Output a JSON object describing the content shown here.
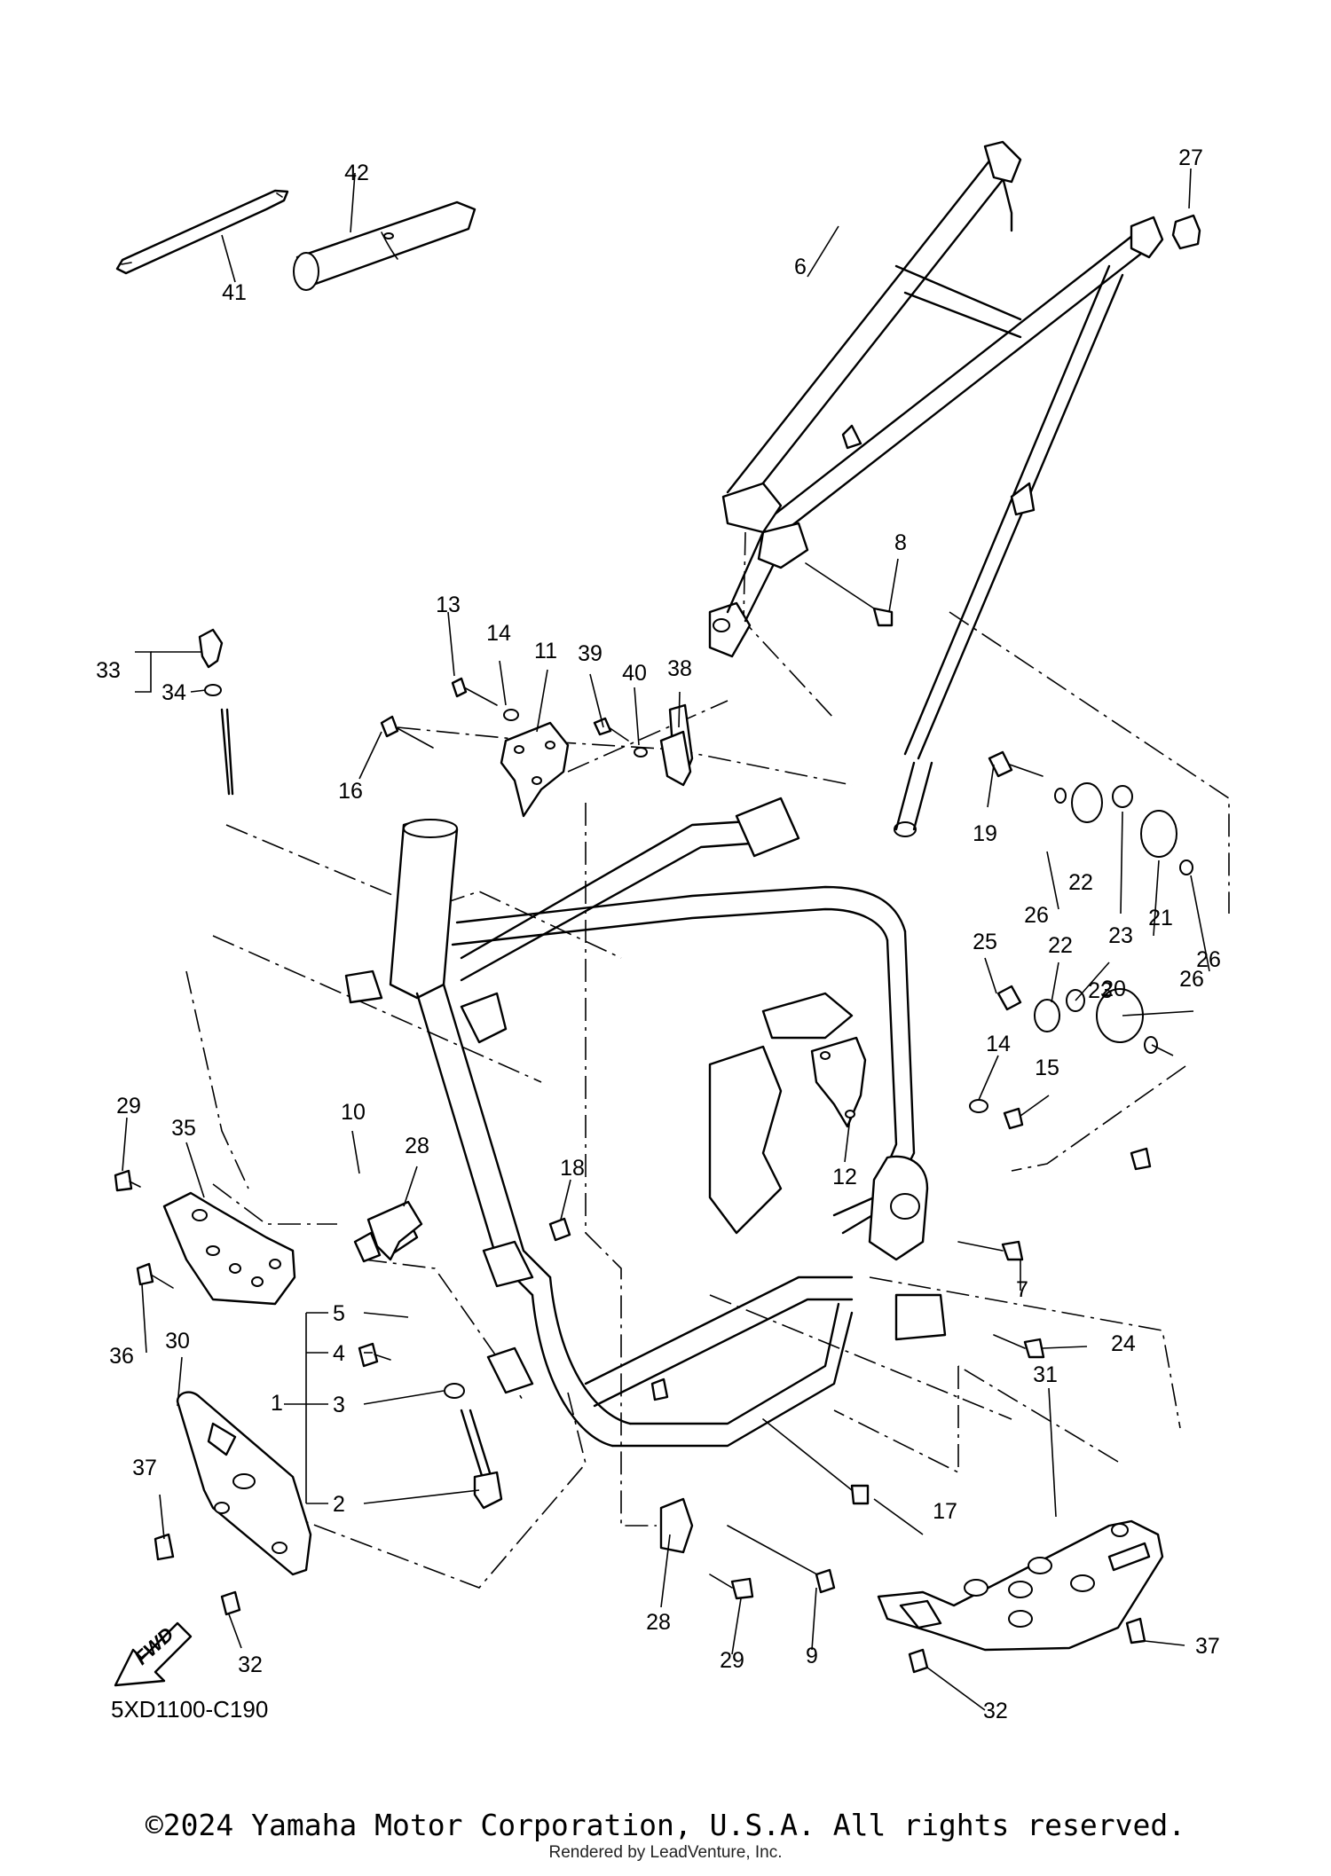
{
  "diagram": {
    "callouts": [
      {
        "id": "1",
        "label": "1"
      },
      {
        "id": "2",
        "label": "2"
      },
      {
        "id": "3",
        "label": "3"
      },
      {
        "id": "4",
        "label": "4"
      },
      {
        "id": "5",
        "label": "5"
      },
      {
        "id": "6",
        "label": "6"
      },
      {
        "id": "7",
        "label": "7"
      },
      {
        "id": "8",
        "label": "8"
      },
      {
        "id": "9",
        "label": "9"
      },
      {
        "id": "10",
        "label": "10"
      },
      {
        "id": "11",
        "label": "11"
      },
      {
        "id": "12",
        "label": "12"
      },
      {
        "id": "13",
        "label": "13"
      },
      {
        "id": "14a",
        "label": "14"
      },
      {
        "id": "14b",
        "label": "14"
      },
      {
        "id": "15",
        "label": "15"
      },
      {
        "id": "16",
        "label": "16"
      },
      {
        "id": "17",
        "label": "17"
      },
      {
        "id": "18",
        "label": "18"
      },
      {
        "id": "19",
        "label": "19"
      },
      {
        "id": "20",
        "label": "20"
      },
      {
        "id": "21",
        "label": "21"
      },
      {
        "id": "22a",
        "label": "22"
      },
      {
        "id": "22b",
        "label": "22"
      },
      {
        "id": "23a",
        "label": "23"
      },
      {
        "id": "23b",
        "label": "23"
      },
      {
        "id": "24",
        "label": "24"
      },
      {
        "id": "25",
        "label": "25"
      },
      {
        "id": "26a",
        "label": "26"
      },
      {
        "id": "26b",
        "label": "26"
      },
      {
        "id": "26c",
        "label": "26"
      },
      {
        "id": "27",
        "label": "27"
      },
      {
        "id": "28a",
        "label": "28"
      },
      {
        "id": "28b",
        "label": "28"
      },
      {
        "id": "29a",
        "label": "29"
      },
      {
        "id": "29b",
        "label": "29"
      },
      {
        "id": "30",
        "label": "30"
      },
      {
        "id": "31",
        "label": "31"
      },
      {
        "id": "32a",
        "label": "32"
      },
      {
        "id": "32b",
        "label": "32"
      },
      {
        "id": "33",
        "label": "33"
      },
      {
        "id": "34",
        "label": "34"
      },
      {
        "id": "35",
        "label": "35"
      },
      {
        "id": "36",
        "label": "36"
      },
      {
        "id": "37a",
        "label": "37"
      },
      {
        "id": "37b",
        "label": "37"
      },
      {
        "id": "38",
        "label": "38"
      },
      {
        "id": "39",
        "label": "39"
      },
      {
        "id": "40",
        "label": "40"
      },
      {
        "id": "41",
        "label": "41"
      },
      {
        "id": "42",
        "label": "42"
      }
    ],
    "fwd_label": "FWD",
    "diagram_code": "5XD1100-C190"
  },
  "footer": {
    "copyright": "©2024 Yamaha Motor Corporation, U.S.A. All rights reserved.",
    "rendered_by": "Rendered by LeadVenture, Inc."
  }
}
